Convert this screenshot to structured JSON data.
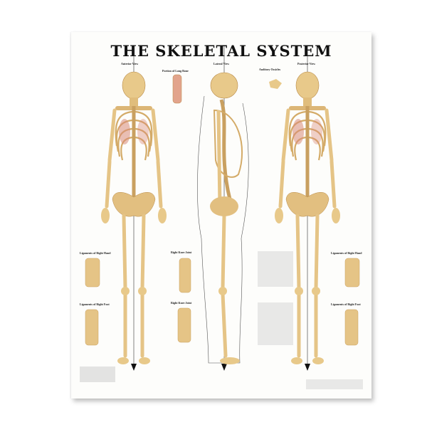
{
  "poster": {
    "title": "THE SKELETAL SYSTEM",
    "views": {
      "anterior": "Anterior View",
      "lateral": "Lateral View",
      "posterior": "Posterior View"
    },
    "insets": {
      "long_bone": "Portion of Long Bone",
      "ossicles": "Auditory Ossicles",
      "hand_left": "Ligaments of Right Hand",
      "knee_left": "Right Knee Joint",
      "foot_left": "Ligaments of Right Foot",
      "knee_left2": "Right Knee Joint",
      "hand_right": "Ligaments of Right Hand",
      "foot_right": "Ligaments of Right Foot"
    },
    "colors": {
      "bone": "#e8c98a",
      "bone_dark": "#c49a55",
      "muscle": "#d98a78",
      "text": "#111111"
    }
  }
}
